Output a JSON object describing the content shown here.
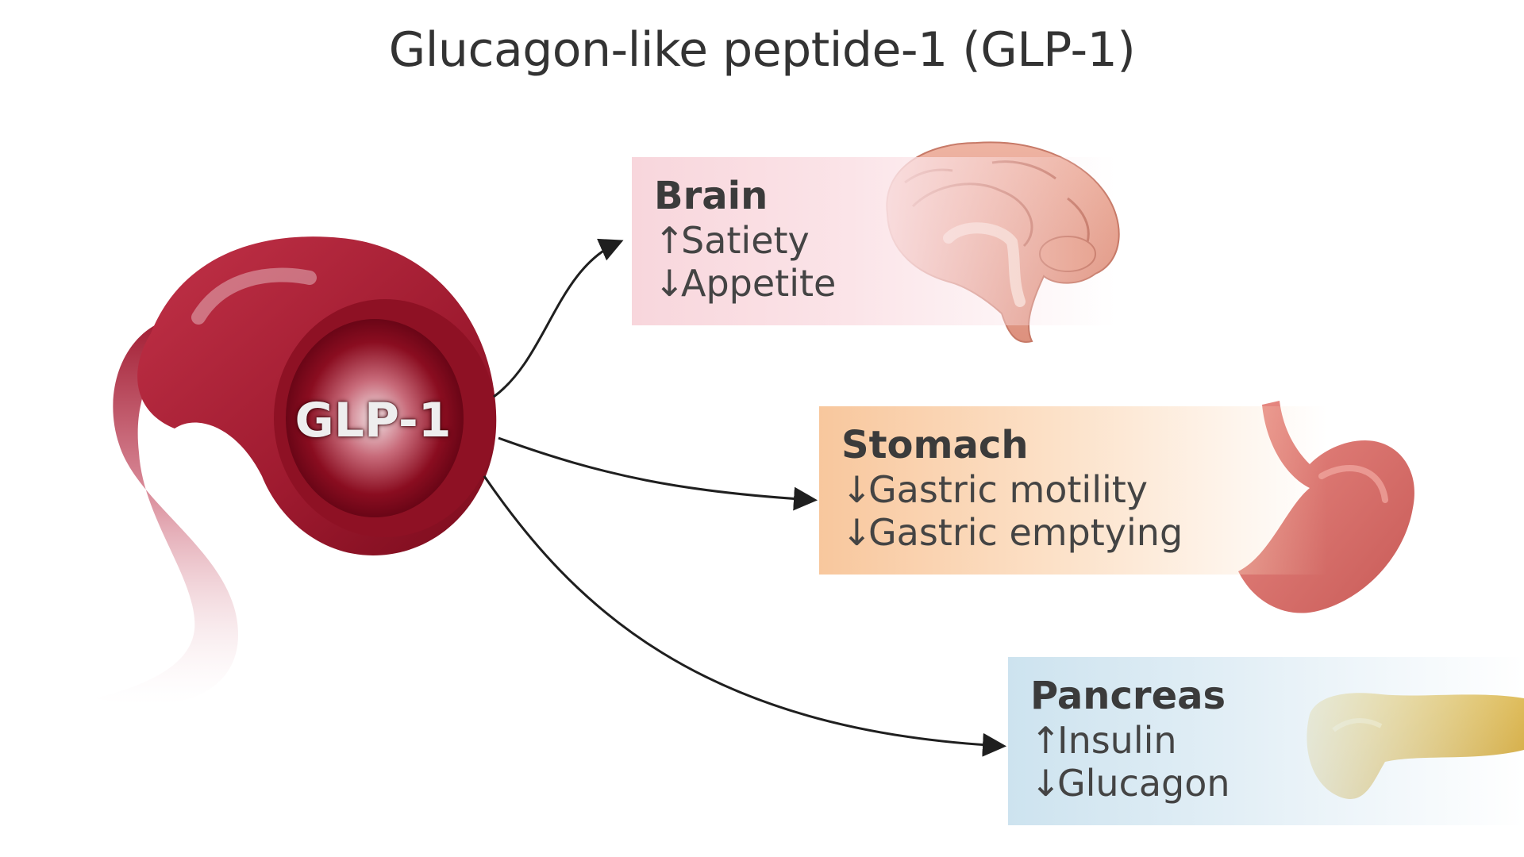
{
  "title": "Glucagon-like peptide-1 (GLP-1)",
  "vessel_label": "GLP-1",
  "colors": {
    "vessel_dark": "#8a0f22",
    "vessel_mid": "#b3243a",
    "brain_card": "#f8d6dc",
    "stomach_card": "#f8c79d",
    "pancreas_card": "#cde3ef",
    "brain_organ": "#e8a593",
    "stomach_organ": "#d9706a",
    "pancreas_organ": "#e3c460"
  },
  "targets": [
    {
      "organ": "Brain",
      "icon": "brain-icon",
      "effects": [
        {
          "dir": "↑",
          "text": "Satiety"
        },
        {
          "dir": "↓",
          "text": "Appetite"
        }
      ]
    },
    {
      "organ": "Stomach",
      "icon": "stomach-icon",
      "effects": [
        {
          "dir": "↓",
          "text": "Gastric motility"
        },
        {
          "dir": "↓",
          "text": "Gastric emptying"
        }
      ]
    },
    {
      "organ": "Pancreas",
      "icon": "pancreas-icon",
      "effects": [
        {
          "dir": "↑",
          "text": "Insulin"
        },
        {
          "dir": "↓",
          "text": "Glucagon"
        }
      ]
    }
  ]
}
